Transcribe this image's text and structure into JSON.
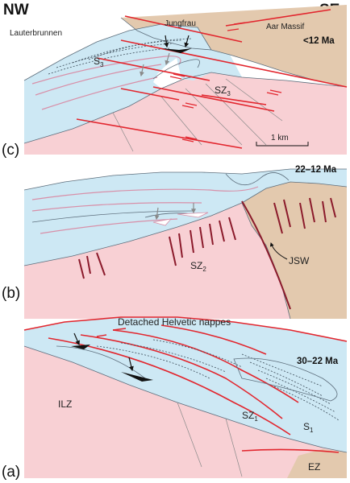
{
  "orientation": {
    "left": "NW",
    "right": "SE"
  },
  "panel_c": {
    "letter": "(c)",
    "age": "<12 Ma",
    "places": {
      "left": "Lauterbrunnen",
      "center": "Jungfrau",
      "right": "Aar Massif"
    },
    "zones": {
      "s3_main": "S",
      "s3_sub": "3",
      "sz3_main": "SZ",
      "sz3_sub": "3"
    },
    "scale": "1 km"
  },
  "panel_b": {
    "letter": "(b)",
    "age": "22–12 Ma",
    "zones": {
      "sz2_main": "SZ",
      "sz2_sub": "2",
      "jsw": "JSW"
    }
  },
  "panel_a": {
    "letter": "(a)",
    "age": "30–22 Ma",
    "title": "Detached Helvetic nappes",
    "zones": {
      "ilz": "ILZ",
      "sz1_main": "SZ",
      "sz1_sub": "1",
      "s1_main": "S",
      "s1_sub": "1",
      "ez": "EZ"
    }
  },
  "colors": {
    "blue": "#cde8f4",
    "pink": "#f8d0d4",
    "tan": "#e3c9ae",
    "red": "#e2262e",
    "darkred": "#8b1a2b",
    "gray_arrow": "#8a8a8a"
  }
}
